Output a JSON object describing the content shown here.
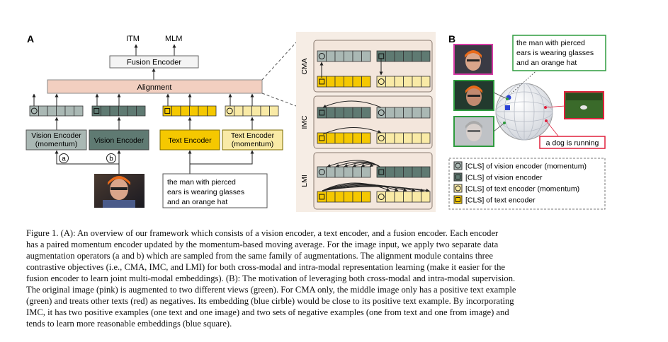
{
  "panelA": {
    "label": "A",
    "outputs": {
      "itm": "ITM",
      "mlm": "MLM"
    },
    "fusion": "Fusion Encoder",
    "alignment": "Alignment",
    "vision_momentum": {
      "line1": "Vision Encoder",
      "line2": "(momentum)"
    },
    "vision": "Vision Encoder",
    "text": "Text Encoder",
    "text_momentum": {
      "line1": "Text Encoder",
      "line2": "(momentum)"
    },
    "aug_a": "a",
    "aug_b": "b",
    "input_text": {
      "line1": "the man with pierced",
      "line2": "ears is wearing glasses",
      "line3": "and an orange hat"
    },
    "objectives": {
      "cma": "CMA",
      "imc": "IMC",
      "lmi": "LMI"
    }
  },
  "panelB": {
    "label": "B",
    "positive_text": {
      "line1": "the man with pierced",
      "line2": "ears is wearing glasses",
      "line3": "and an orange hat"
    },
    "negative_text": "a dog is running",
    "legend": [
      "[CLS] of vision encoder (momentum)",
      "[CLS] of vision encoder",
      "[CLS] of text encoder (momentum)",
      "[CLS] of text encoder"
    ]
  },
  "colors": {
    "vision_momentum": "#aab8b4",
    "vision": "#5f7a72",
    "text": "#f5c800",
    "text_momentum": "#f9eaa6",
    "alignment": "#f2cfc0",
    "objective_bg": "#f3e6dc",
    "positive": "#2e9b3e",
    "negative": "#e0203c",
    "original": "#d63ba6",
    "embedding": "#2b43d6"
  },
  "caption": {
    "line1": "Figure 1.  (A): An overview of our framework which consists of a vision encoder, a text encoder, and a fusion encoder.  Each encoder",
    "line2": "has a paired momentum encoder updated by the momentum-based moving average.  For the image input, we apply two separate data",
    "line3": "augmentation operators (a and b) which are sampled from the same family of augmentations.  The alignment module contains three",
    "line4": "contrastive objectives (i.e., CMA, IMC, and LMI) for both cross-modal and intra-modal representation learning (make it easier for the",
    "line5": "fusion encoder to learn joint multi-modal embeddings). (B): The motivation of leveraging both cross-modal and intra-modal supervision.",
    "line6": "The original image (pink) is augmented to two different views (green). For CMA only, the middle image only has a positive text example",
    "line7": "(green) and treats other texts (red) as negatives.  Its embedding (blue cirble) would be close to its positive text example.  By incorporating",
    "line8": "IMC, it has two positive examples (one text and one image) and two sets of negative examples (one from text and one from image) and",
    "line9": "tends to learn more reasonable embeddings (blue square)."
  }
}
